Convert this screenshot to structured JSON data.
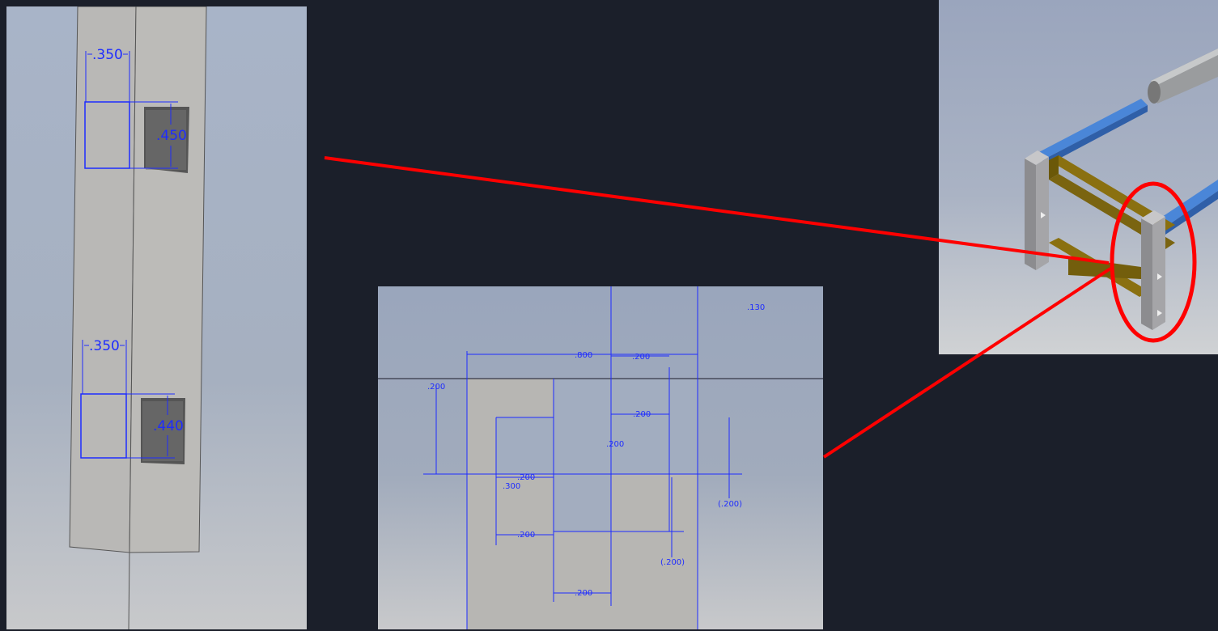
{
  "left_view": {
    "upper_width": ".350",
    "upper_height": ".450",
    "lower_width": ".350",
    "lower_height": ".440"
  },
  "center_sketch": {
    "top_label": ".130",
    "overall_width": ".800",
    "top_segment": ".200",
    "left_height": ".200",
    "inner_top": ".200",
    "inner_height": ".200",
    "offset_a": ".200",
    "offset_b": ".300",
    "ref_right": "(.200)",
    "bottom_left": ".200",
    "ref_bottom": "(.200)",
    "bottom_width": ".200"
  },
  "colors": {
    "background": "#1b1f2a",
    "dimension": "#1e2cff",
    "highlight": "#ff0000",
    "rail_blue": "#4a86d8",
    "bracket_gold": "#8a7010"
  }
}
